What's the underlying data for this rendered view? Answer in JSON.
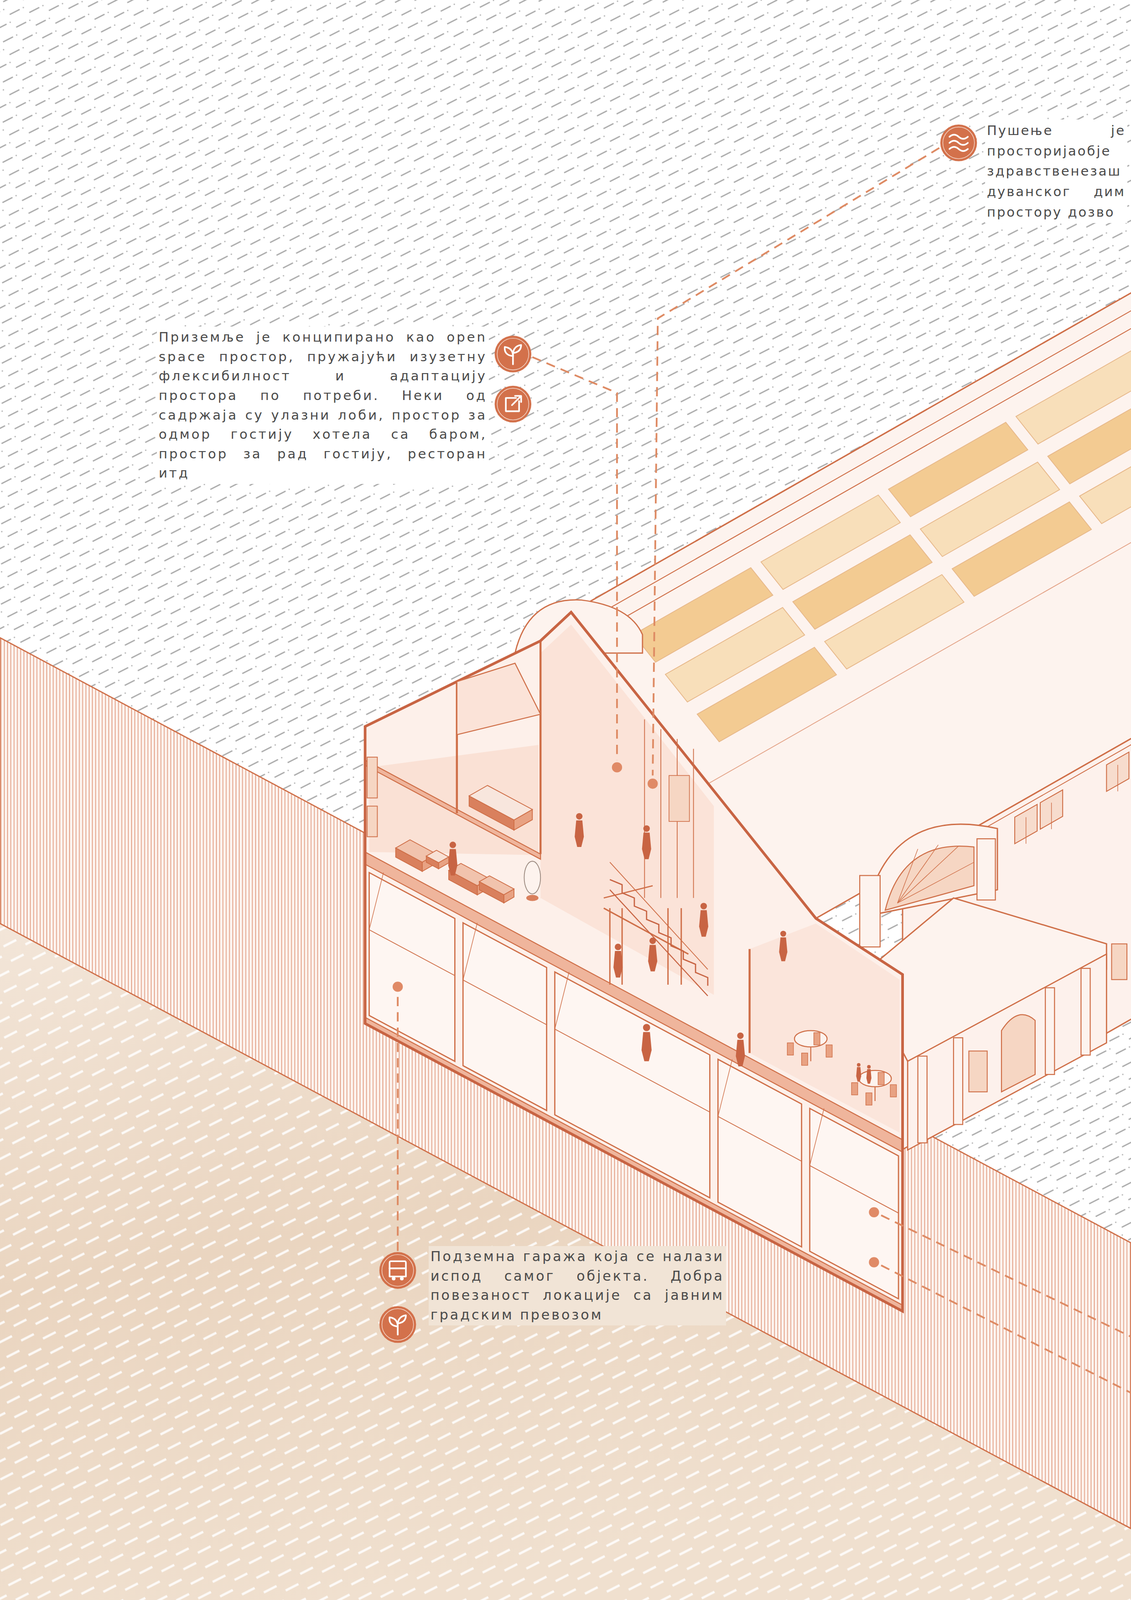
{
  "diagram": {
    "labels": [
      "Пушење је просторијаобје здравственезаш дуванског дим простору дозво",
      "Приземље је конципирано као open space простор, пружајући изузетну флексибилност и адаптацију простора по потреби. Неки од садржаја су улазни лоби, простор за одмор гостију хотела са баром, простор за рад гостију, ресторан итд",
      "Подземна гаража која се налази испод самог објекта. Добра повезаност локације са јавним градским превозом"
    ]
  }
}
